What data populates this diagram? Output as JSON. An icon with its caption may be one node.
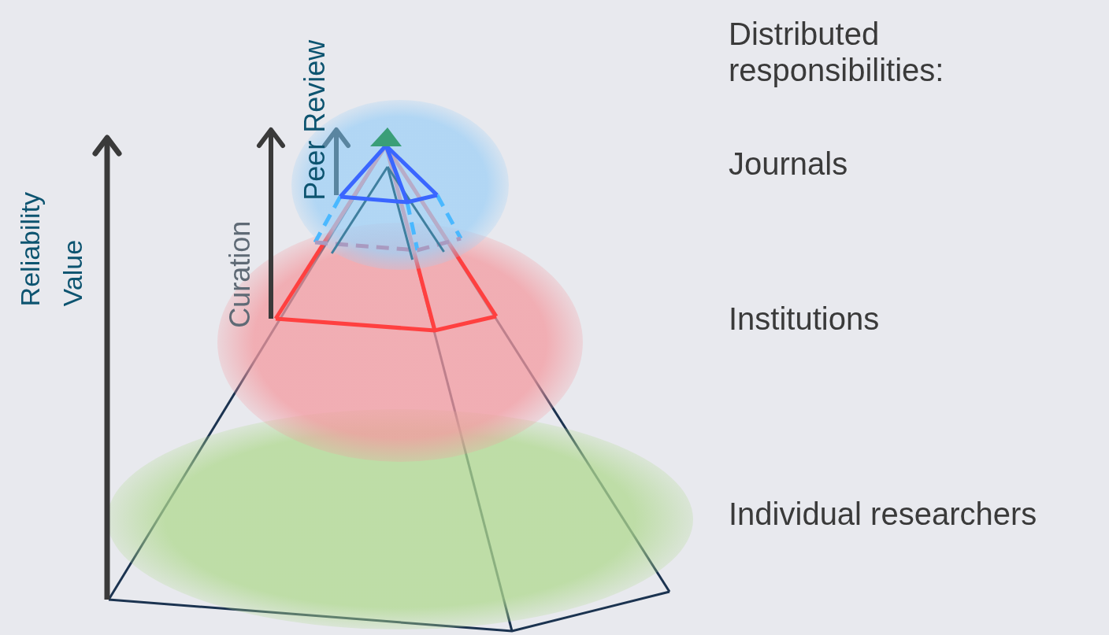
{
  "diagram": {
    "labels": [
      "Reliability Value",
      "Curation",
      "Peer Review",
      "Distributed responsibilities:",
      "Journals",
      "Institutions",
      "Individual researchers"
    ]
  }
}
